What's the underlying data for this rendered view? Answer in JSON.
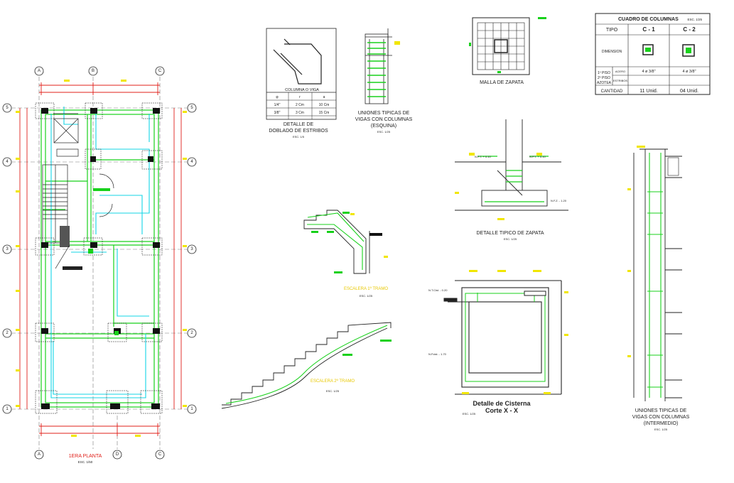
{
  "plan": {
    "grid_letters_top": [
      "A",
      "B",
      "C"
    ],
    "grid_letters_bottom": [
      "A",
      "D",
      "C"
    ],
    "grid_numbers": [
      "5",
      "4",
      "3",
      "2",
      "1"
    ],
    "title": "1ERA PLANTA",
    "scale": "ESC. 1/50"
  },
  "stirrup_detail": {
    "beam_label": "COLUMNA O VIGA",
    "table_headers": [
      "φ",
      "r",
      "a"
    ],
    "table_rows": [
      [
        "1/4\"",
        "2 Cm",
        "10 Cm"
      ],
      [
        "3/8\"",
        "3 Cm",
        "15 Cm"
      ]
    ],
    "title_line1": "DETALLE DE",
    "title_line2": "DOBLADO DE ESTRIBOS",
    "scale": "ESC. 1/5"
  },
  "corner_joint": {
    "title_line1": "UNIONES TIPICAS DE",
    "title_line2": "VIGAS CON COLUMNAS",
    "title_line3": "(ESQUINA)",
    "scale": "ESC. 1/25"
  },
  "footing_mesh": {
    "title": "MALLA DE ZAPATA"
  },
  "column_table": {
    "title": "CUADRO DE COLUMNAS",
    "scale": "ESC. 1/25",
    "col_tipo": "TIPO",
    "types": [
      "C - 1",
      "C - 2"
    ],
    "row_dimension": "DIMENSION",
    "row_floor_1": "1º PISO",
    "row_floor_2": "2º PISO",
    "row_floor_3": "AZOTEA",
    "sub_acero": "ACERO",
    "sub_estribos": "ESTRIBOS",
    "acero_values": [
      "4 ø 3/8\"",
      "4 ø 3/8\""
    ],
    "row_cantidad": "CANTIDAD",
    "cantidad_values": [
      "11 Unid.",
      "04 Unid."
    ]
  },
  "footing_detail": {
    "title": "DETALLE TIPICO DE ZAPATA",
    "scale": "ESC. 1/25",
    "level_1": "N.P.T. + 0.10",
    "level_2": "N.P.T. + 0.10",
    "level_3": "N.F.Z. - 1.20"
  },
  "stair_1": {
    "title": "ESCALERA 1º TRAMO",
    "scale": "ESC. 1/25"
  },
  "stair_2": {
    "title": "ESCALERA 2º TRAMO",
    "scale": "ESC. 1/25"
  },
  "cistern": {
    "title_line1": "Detalle de Cisterna",
    "title_line2": "Corte X - X",
    "scale": "ESC. 1/25",
    "level_top": "N.T.Cist. - 0.20",
    "level_bottom": "N.Fcist. - 1.70"
  },
  "middle_joint": {
    "title_line1": "UNIONES TIPICAS DE",
    "title_line2": "VIGAS CON COLUMNAS",
    "title_line3": "(INTERMEDIO)",
    "scale": "ESC. 1/25"
  }
}
